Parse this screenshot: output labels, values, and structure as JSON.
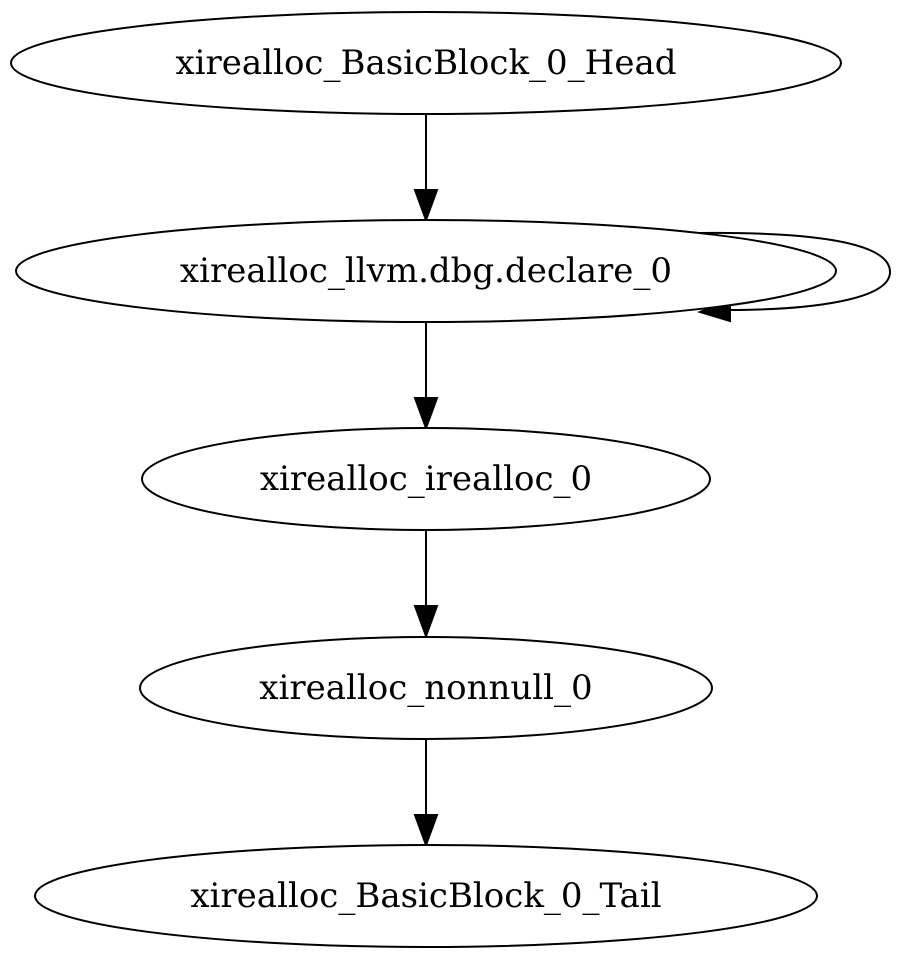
{
  "graph": {
    "nodes": [
      {
        "id": "head",
        "label": "xirealloc_BasicBlock_0_Head"
      },
      {
        "id": "declare",
        "label": "xirealloc_llvm.dbg.declare_0"
      },
      {
        "id": "irealloc",
        "label": "xirealloc_irealloc_0"
      },
      {
        "id": "nonnull",
        "label": "xirealloc_nonnull_0"
      },
      {
        "id": "tail",
        "label": "xirealloc_BasicBlock_0_Tail"
      }
    ],
    "edges": [
      {
        "from": "head",
        "to": "declare"
      },
      {
        "from": "declare",
        "to": "declare"
      },
      {
        "from": "declare",
        "to": "irealloc"
      },
      {
        "from": "irealloc",
        "to": "nonnull"
      },
      {
        "from": "nonnull",
        "to": "tail"
      }
    ]
  }
}
